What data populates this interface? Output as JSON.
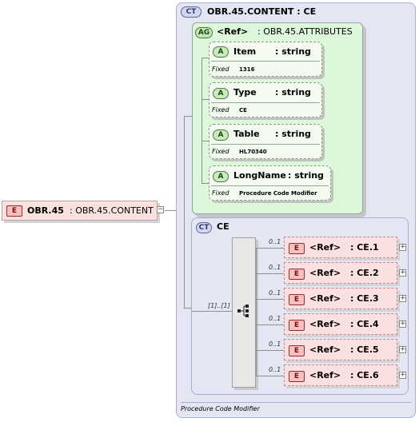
{
  "root_element": {
    "badge": "E",
    "name": "OBR.45",
    "type": ": OBR.45.CONTENT"
  },
  "content_type": {
    "badge": "CT",
    "title": "OBR.45.CONTENT : CE",
    "documentation": "Procedure Code Modifier"
  },
  "attribute_group": {
    "badge": "AG",
    "ref": "<Ref>",
    "name": ": OBR.45.ATTRIBUTES"
  },
  "attributes": [
    {
      "badge": "A",
      "name": "Item",
      "type": ": string",
      "fixed_label": "Fixed",
      "fixed_value": "1316"
    },
    {
      "badge": "A",
      "name": "Type",
      "type": ": string",
      "fixed_label": "Fixed",
      "fixed_value": "CE"
    },
    {
      "badge": "A",
      "name": "Table",
      "type": ": string",
      "fixed_label": "Fixed",
      "fixed_value": "HL70340"
    },
    {
      "badge": "A",
      "name": "LongName",
      "type": ": string",
      "fixed_label": "Fixed",
      "fixed_value": "Procedure Code Modifier"
    }
  ],
  "complex_type": {
    "badge": "CT",
    "name": "CE",
    "occurrence": "[1]..[1]"
  },
  "children": [
    {
      "badge": "E",
      "ref": "<Ref>",
      "name": ": CE.1",
      "occurrence": "0..1"
    },
    {
      "badge": "E",
      "ref": "<Ref>",
      "name": ": CE.2",
      "occurrence": "0..1"
    },
    {
      "badge": "E",
      "ref": "<Ref>",
      "name": ": CE.3",
      "occurrence": "0..1"
    },
    {
      "badge": "E",
      "ref": "<Ref>",
      "name": ": CE.4",
      "occurrence": "0..1"
    },
    {
      "badge": "E",
      "ref": "<Ref>",
      "name": ": CE.5",
      "occurrence": "0..1"
    },
    {
      "badge": "E",
      "ref": "<Ref>",
      "name": ": CE.6",
      "occurrence": "0..1"
    }
  ],
  "colors": {
    "element_fill": "#fbe0e0",
    "attribute_group_fill": "#ddf7da",
    "complex_type_fill": "#e4e6f4"
  }
}
